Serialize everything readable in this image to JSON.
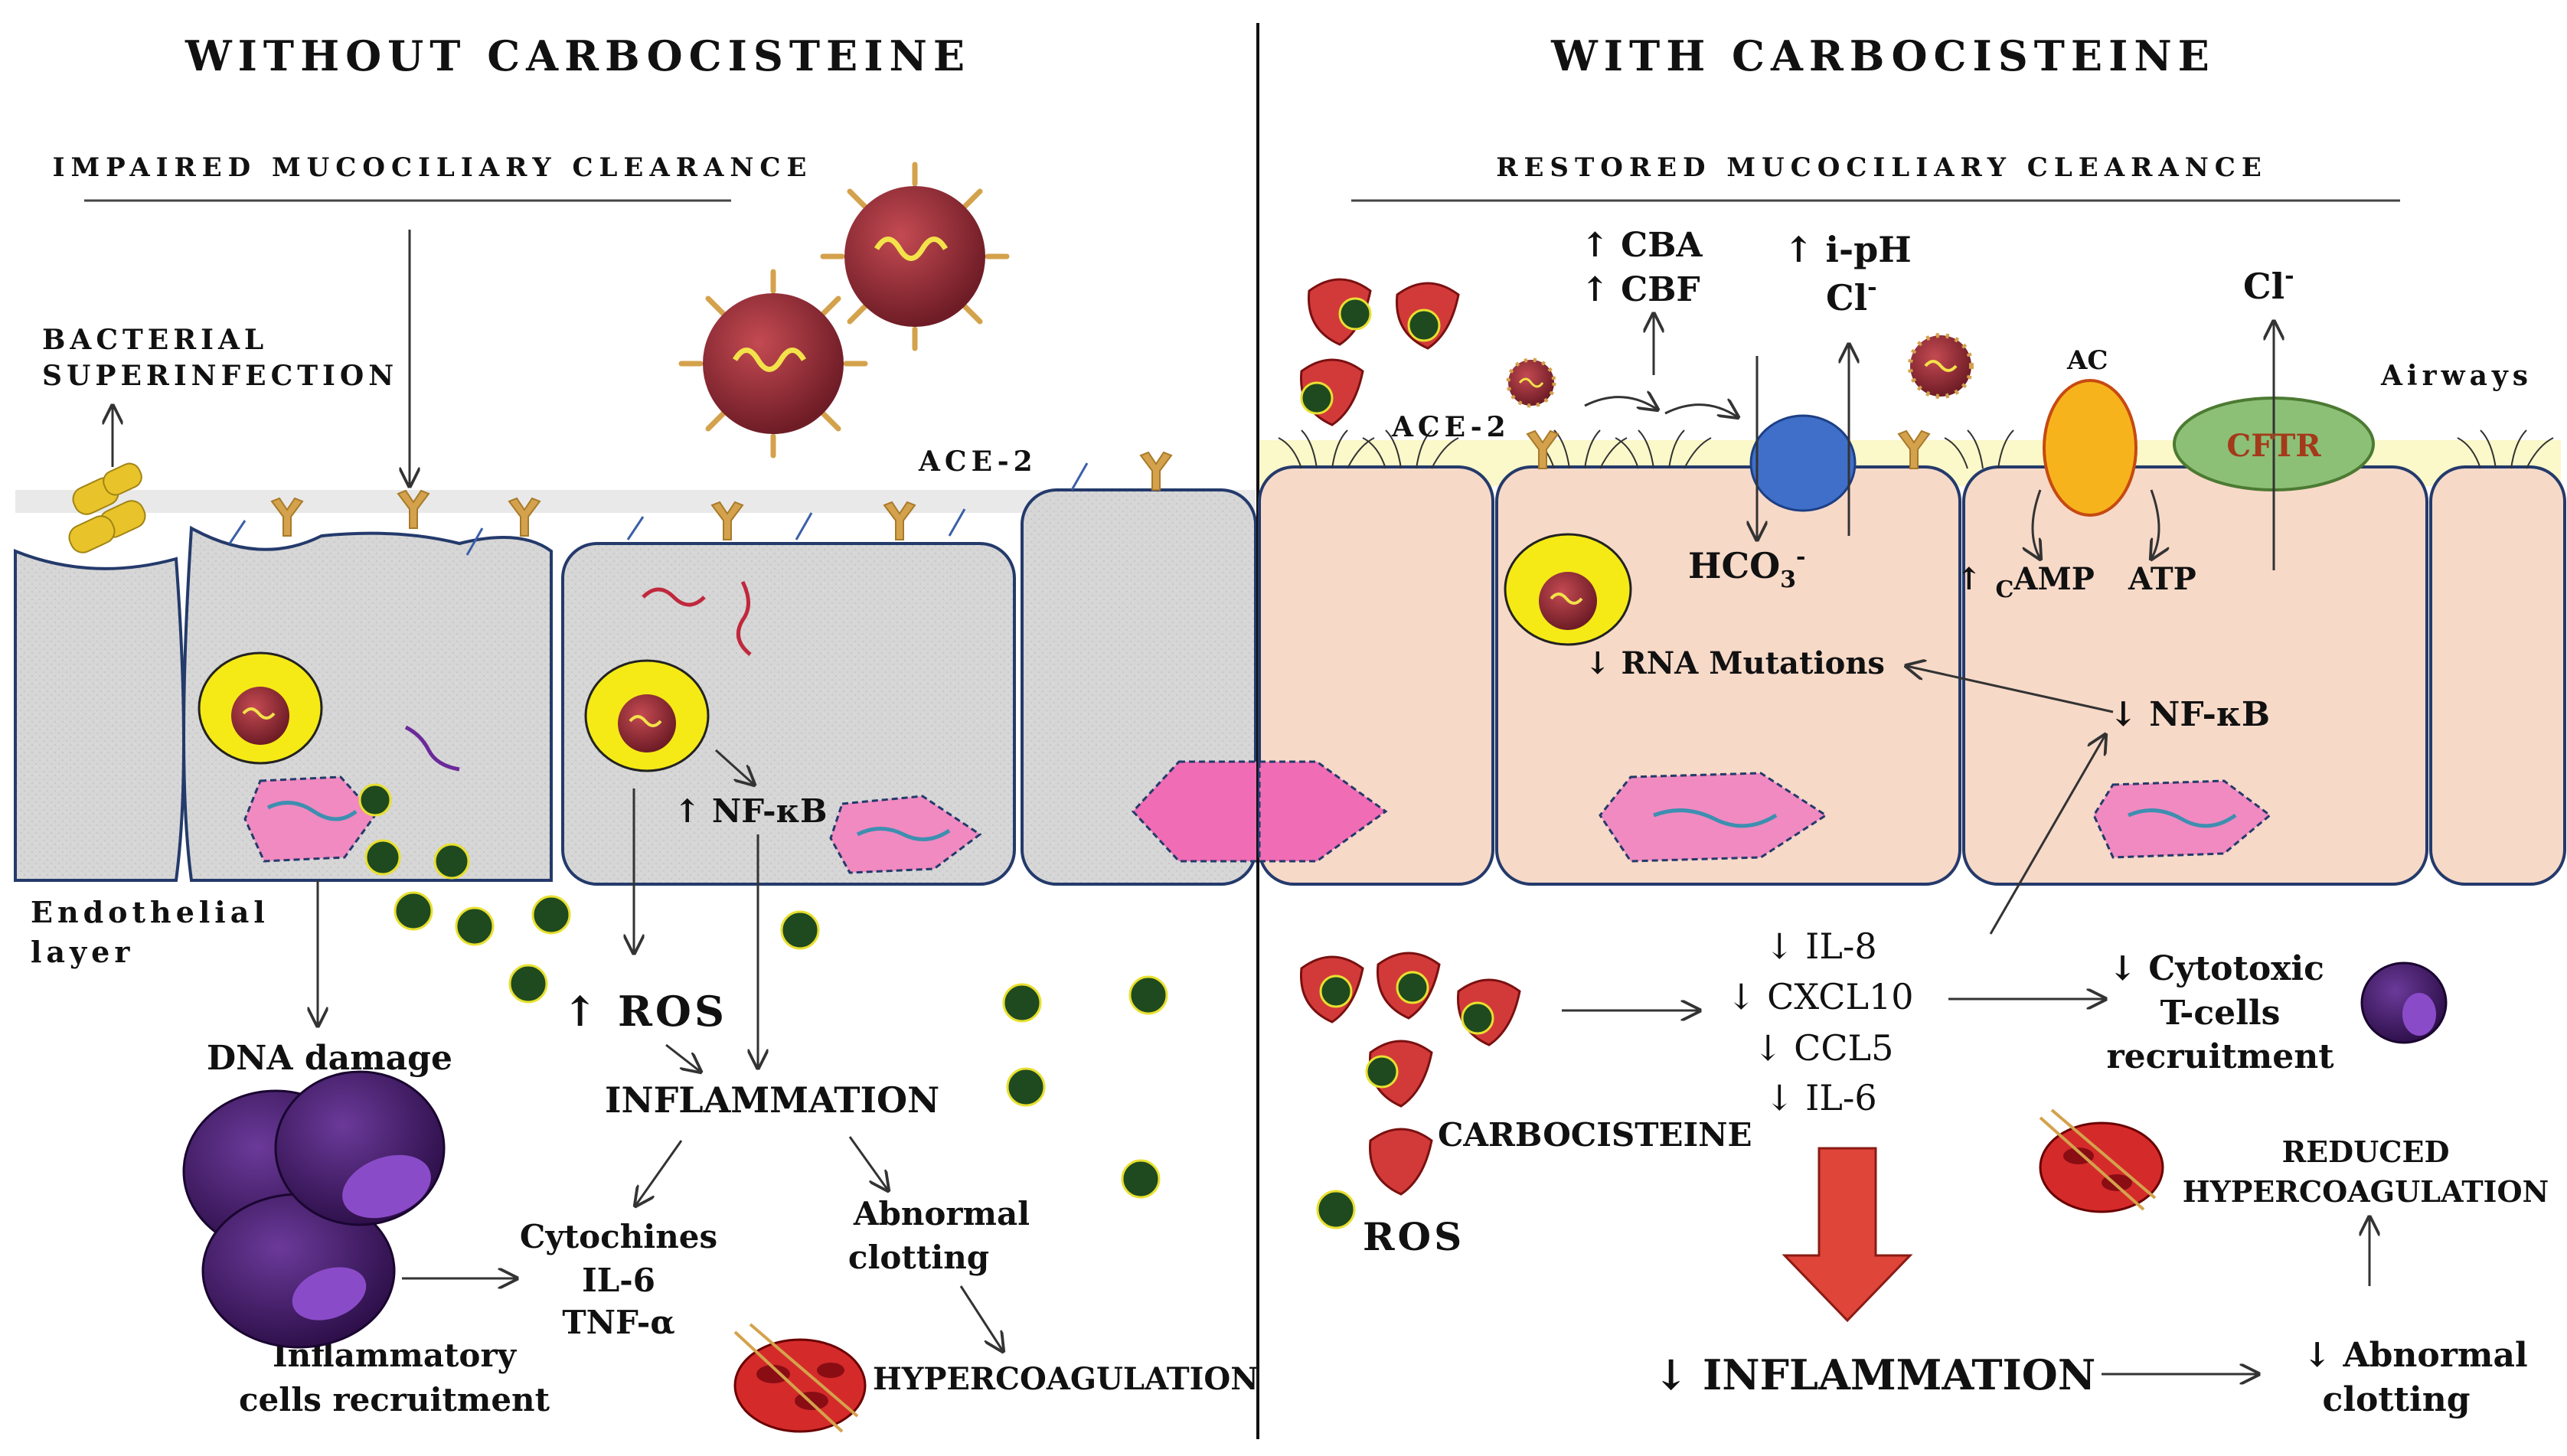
{
  "panels": {
    "left": {
      "title": "WITHOUT CARBOCISTEINE",
      "subtitle": "IMPAIRED MUCOCILIARY CLEARANCE",
      "bacterial_1": "BACTERIAL",
      "bacterial_2": "SUPERINFECTION",
      "ace2": "ACE-2",
      "endo_1": "Endothelial",
      "endo_2": "layer",
      "nfkb": "↑ NF-κB",
      "ros": "↑ ROS",
      "dna_damage": "DNA damage",
      "inflammation": "INFLAMMATION",
      "cytochines": "Cytochines",
      "il6": "IL-6",
      "tnf": "TNF-α",
      "abnormal": "Abnormal",
      "clotting": "clotting",
      "infl_cells_1": "Inflammatory",
      "infl_cells_2": "cells recruitment",
      "hypercoag": "HYPERCOAGULATION"
    },
    "right": {
      "title": "WITH CARBOCISTEINE",
      "subtitle": "RESTORED MUCOCILIARY CLEARANCE",
      "cba": "↑ CBA",
      "cbf": "↑ CBF",
      "iph": "↑ i-pH",
      "cl_left": "Cl",
      "cl_right": "Cl",
      "cl_sup": "-",
      "ac": "AC",
      "cftr": "CFTR",
      "airways": "Airways",
      "ace2": "ACE-2",
      "hco3": "HCO",
      "hco3_sub": "3",
      "hco3_sup": "-",
      "camp_arrow": "↑",
      "camp_c": "C",
      "camp": "AMP",
      "atp": "ATP",
      "rna": "↓ RNA Mutations",
      "nfkb": "↓ NF-κB",
      "il8": "↓ IL-8",
      "cxcl10": "↓ CXCL10",
      "ccl5": "↓ CCL5",
      "il6": "↓ IL-6",
      "cytotoxic_1": "↓ Cytotoxic",
      "cytotoxic_2": "T-cells",
      "cytotoxic_3": "recruitment",
      "carbocisteine": "CARBOCISTEINE",
      "ros": "ROS",
      "reduced_1": "REDUCED",
      "reduced_2": "HYPERCOAGULATION",
      "inflammation": "↓ INFLAMMATION",
      "abnormal": "↓ Abnormal",
      "clotting": "clotting"
    }
  },
  "colors": {
    "cell_gray": "#d9d9d9",
    "cell_peach": "#f7d9c8",
    "cell_border": "#243a6b",
    "nucleus_pink": "#f08ac0",
    "virus": "#9b2d3a",
    "spike": "#d4a24c",
    "vesicle": "#f4ea1a",
    "big_arrow": "#e0453a",
    "cftr": "#8cc077",
    "ac": "#f7b31c",
    "channel": "#3f6fc9",
    "mucus": "#fbf8c9"
  }
}
